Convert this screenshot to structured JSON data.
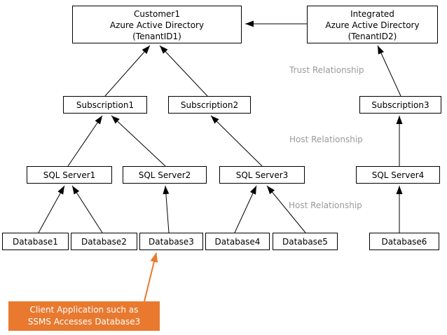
{
  "diagram": {
    "colors": {
      "box_border": "#000000",
      "box_fill": "#ffffff",
      "arrow": "#000000",
      "relationship_label_gray": "#9a9a9a",
      "callout_fill": "#e8792f",
      "callout_text": "#ffffff"
    },
    "tenants": [
      {
        "lines": [
          "Customer1",
          "Azure Active Directory",
          "(TenantID1)"
        ]
      },
      {
        "lines": [
          "Integrated",
          "Azure Active Directory",
          "(TenantID2)"
        ]
      }
    ],
    "subscriptions": [
      "Subscription1",
      "Subscription2",
      "Subscription3"
    ],
    "sql_servers": [
      "SQL Server1",
      "SQL Server2",
      "SQL Server3",
      "SQL Server4"
    ],
    "databases": [
      "Database1",
      "Database2",
      "Database3",
      "Database4",
      "Database5",
      "Database6"
    ],
    "relationship_labels": [
      "Trust Relationship",
      "Host Relationship",
      "Host Relationship"
    ],
    "callout": {
      "lines": [
        "Client Application such as",
        "SSMS Accesses Database3"
      ]
    },
    "edges": [
      {
        "from": "Integrated Azure Active Directory (TenantID2)",
        "to": "Customer1 Azure Active Directory (TenantID1)",
        "label": "Trust Relationship"
      },
      {
        "from": "Subscription1",
        "to": "Customer1 Azure Active Directory (TenantID1)"
      },
      {
        "from": "Subscription2",
        "to": "Customer1 Azure Active Directory (TenantID1)"
      },
      {
        "from": "Subscription3",
        "to": "Integrated Azure Active Directory (TenantID2)",
        "label": "Host Relationship"
      },
      {
        "from": "SQL Server1",
        "to": "Subscription1",
        "label": "Host Relationship"
      },
      {
        "from": "SQL Server2",
        "to": "Subscription1"
      },
      {
        "from": "SQL Server3",
        "to": "Subscription2"
      },
      {
        "from": "SQL Server4",
        "to": "Subscription3"
      },
      {
        "from": "Database1",
        "to": "SQL Server1",
        "label": "Host Relationship"
      },
      {
        "from": "Database2",
        "to": "SQL Server1"
      },
      {
        "from": "Database3",
        "to": "SQL Server2"
      },
      {
        "from": "Database4",
        "to": "SQL Server3"
      },
      {
        "from": "Database5",
        "to": "SQL Server3"
      },
      {
        "from": "Database6",
        "to": "SQL Server4"
      },
      {
        "from": "Client Application callout",
        "to": "Database3",
        "color": "#e8792f"
      }
    ]
  }
}
